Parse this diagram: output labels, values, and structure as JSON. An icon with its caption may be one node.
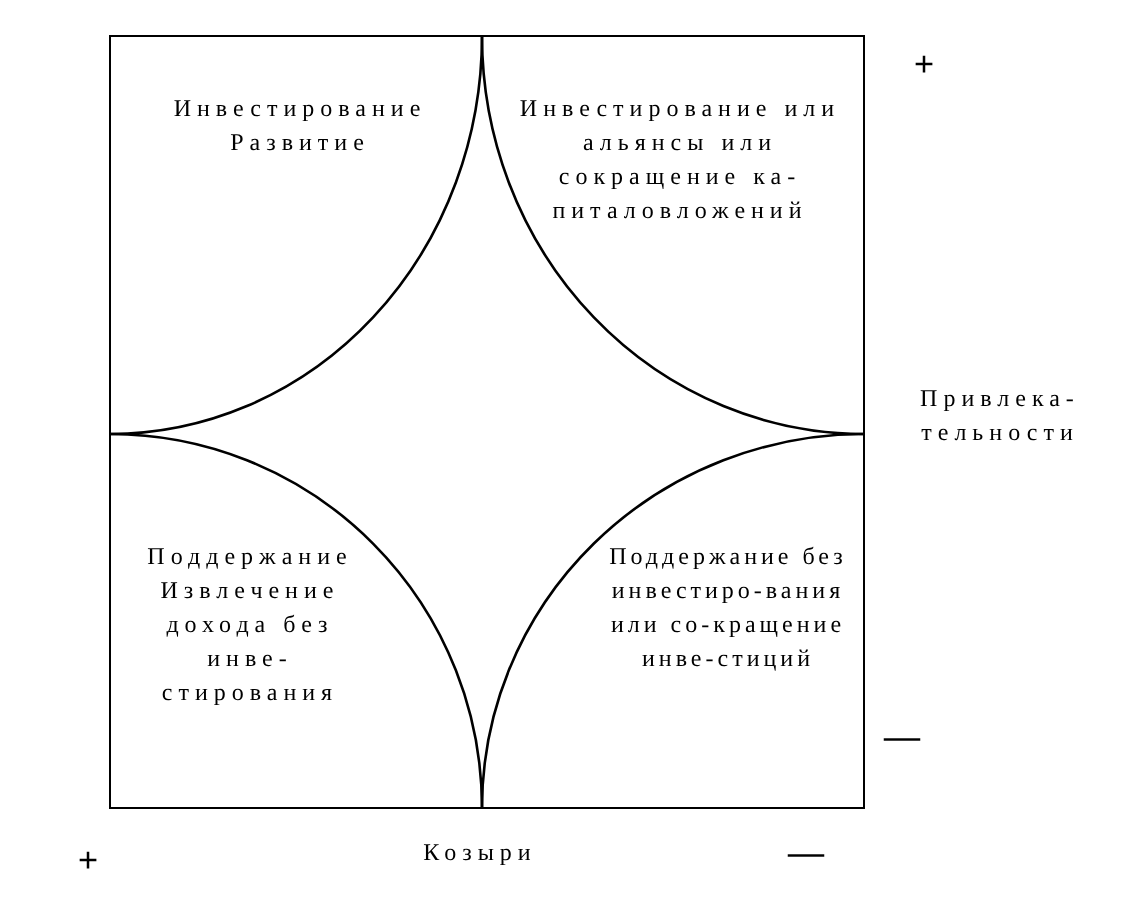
{
  "diagram": {
    "labels": [
      "+",
      "Инвестирование Развитие",
      "Инвестирование или альянсы или сокращение ка-питаловложений",
      "Привлека-тельности",
      "Поддержание Извлечение дохода без инве-стирования",
      "Поддержание без инвестиро-вания или со-кращение инве-стиций",
      "—",
      "Козыри",
      "+",
      "—"
    ]
  }
}
